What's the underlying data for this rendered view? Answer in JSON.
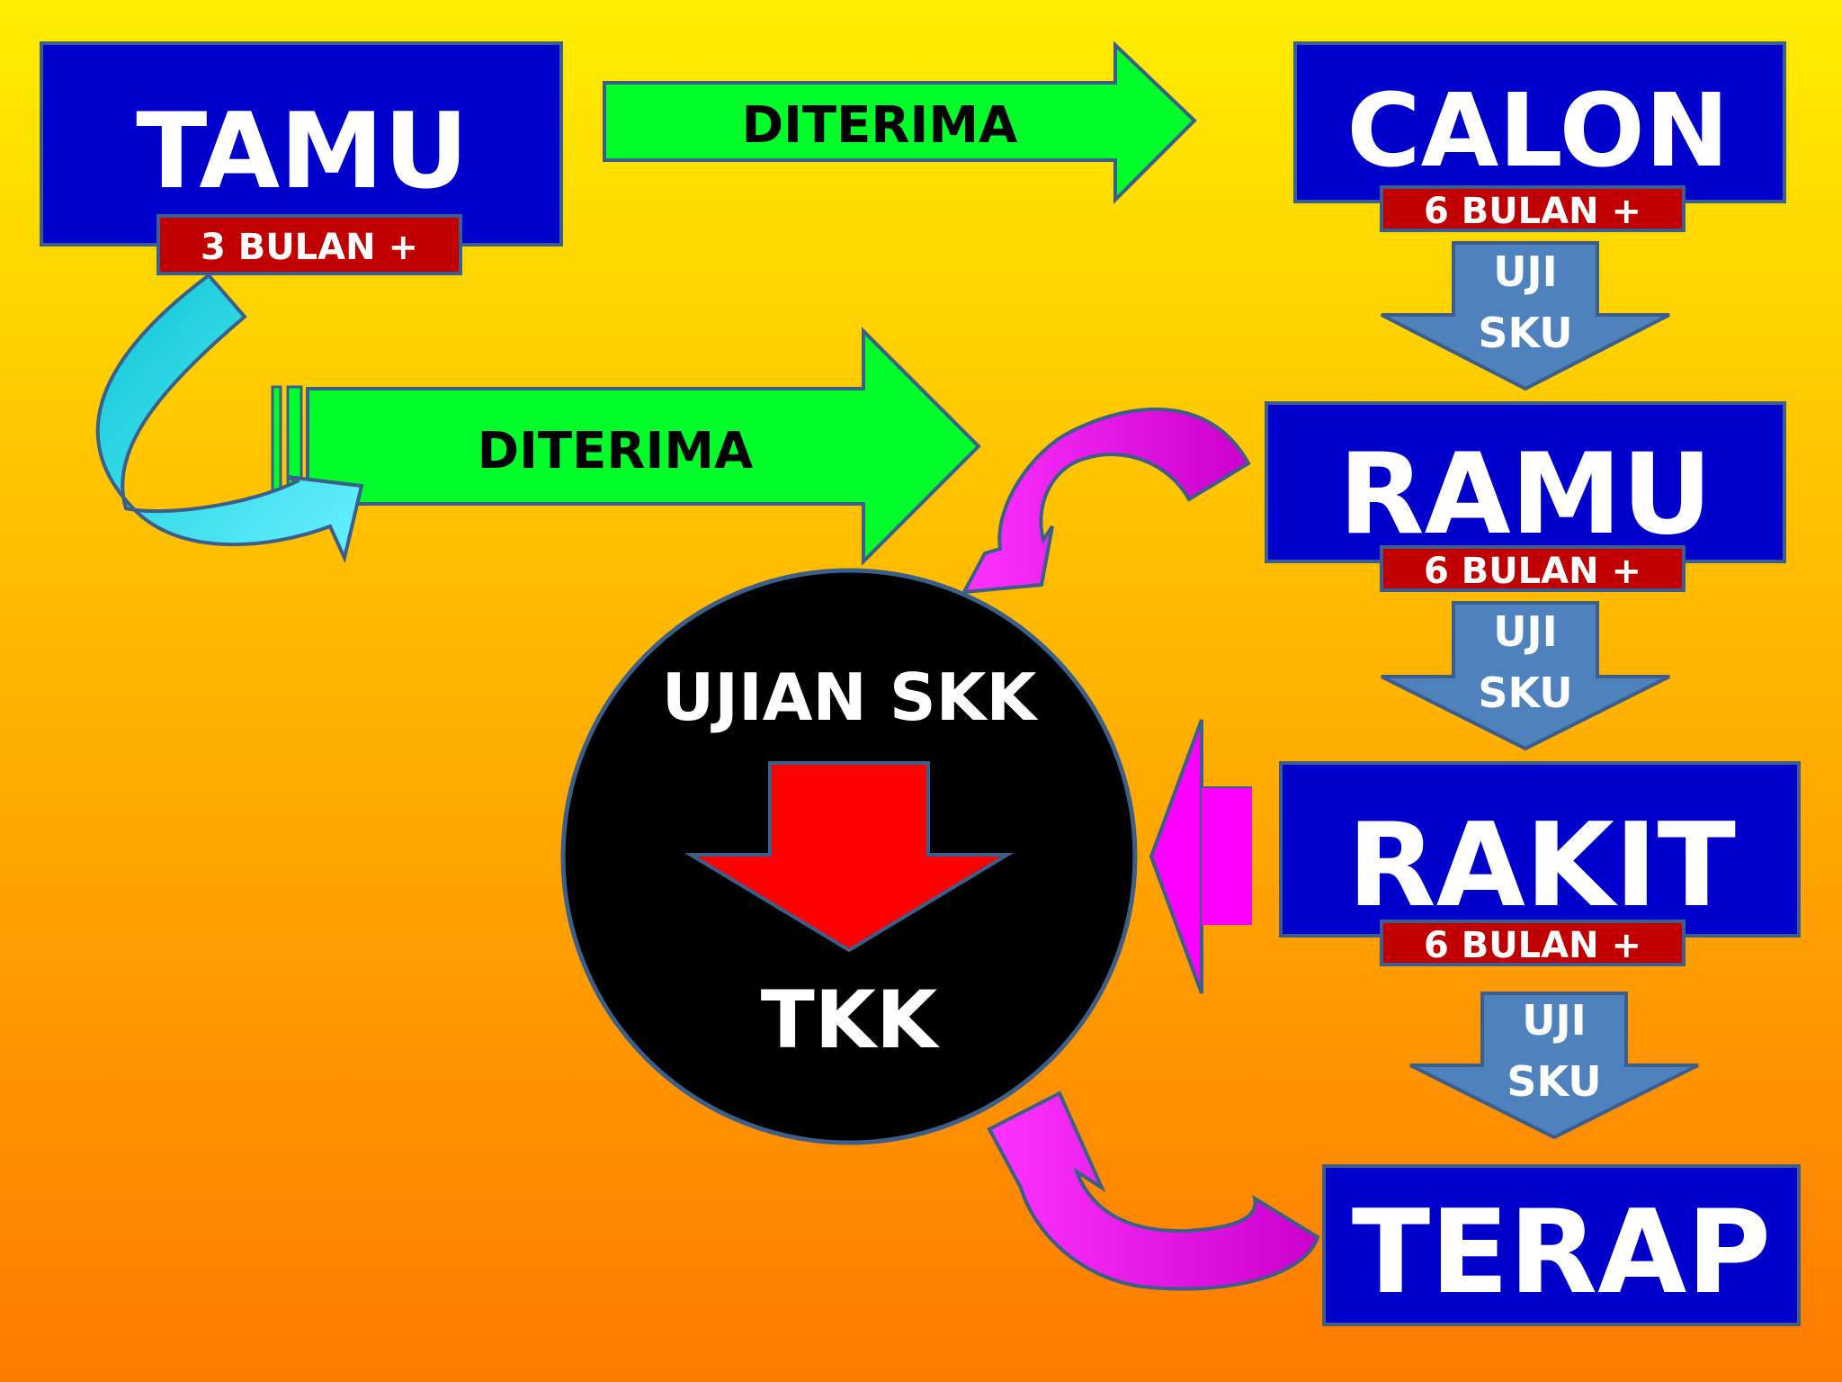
{
  "stages": {
    "tamu": "TAMU",
    "calon": "CALON",
    "ramu": "RAMU",
    "rakit": "RAKIT",
    "terap": "TERAP"
  },
  "durations": {
    "tamu": "3 BULAN +",
    "calon": "6 BULAN +",
    "ramu": "6 BULAN +",
    "rakit": "6 BULAN +"
  },
  "transitions": {
    "top": "DITERIMA",
    "middle": "DITERIMA"
  },
  "uji_sku": {
    "line1": "UJI",
    "line2": "SKU"
  },
  "circle": {
    "top": "UJIAN SKK",
    "bottom": "TKK"
  },
  "colors": {
    "box_fill": "#0000cc",
    "tag_fill": "#c00000",
    "green_arrow": "#00ff2a",
    "cyan_arrow": "#33ddee",
    "magenta_arrow": "#ff00ff",
    "blue_arrow": "#4f81bd",
    "red_arrow": "#ff0000",
    "circle_fill": "#000000"
  }
}
